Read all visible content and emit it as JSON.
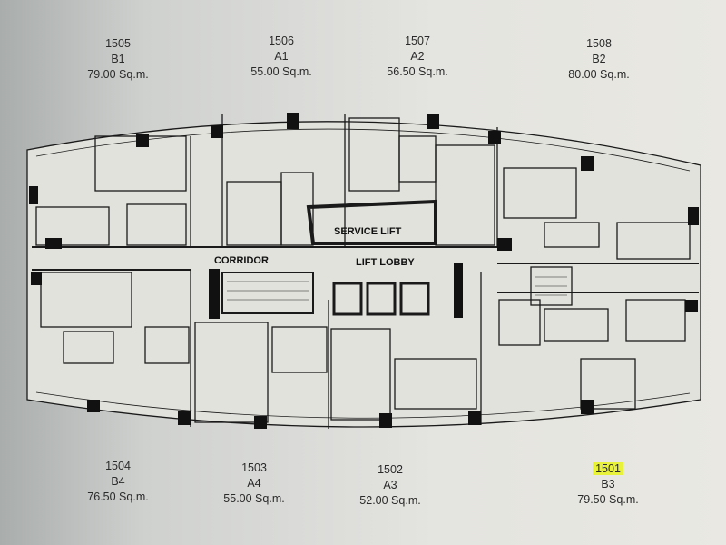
{
  "units_top": [
    {
      "number": "1505",
      "type": "B1",
      "area": "79.00 Sq.m."
    },
    {
      "number": "1506",
      "type": "A1",
      "area": "55.00 Sq.m."
    },
    {
      "number": "1507",
      "type": "A2",
      "area": "56.50 Sq.m."
    },
    {
      "number": "1508",
      "type": "B2",
      "area": "80.00 Sq.m."
    }
  ],
  "units_bottom": [
    {
      "number": "1504",
      "type": "B4",
      "area": "76.50 Sq.m."
    },
    {
      "number": "1503",
      "type": "A4",
      "area": "55.00 Sq.m."
    },
    {
      "number": "1502",
      "type": "A3",
      "area": "52.00 Sq.m."
    },
    {
      "number": "1501",
      "type": "B3",
      "area": "79.50 Sq.m.",
      "highlighted": true
    }
  ],
  "plan_labels": {
    "service_lift": "SERVICE LIFT",
    "corridor": "CORRIDOR",
    "lift_lobby": "LIFT LOBBY"
  },
  "colors": {
    "highlight": "#e8f23a",
    "walls": "#111111",
    "paper": "#e6e6e1"
  }
}
